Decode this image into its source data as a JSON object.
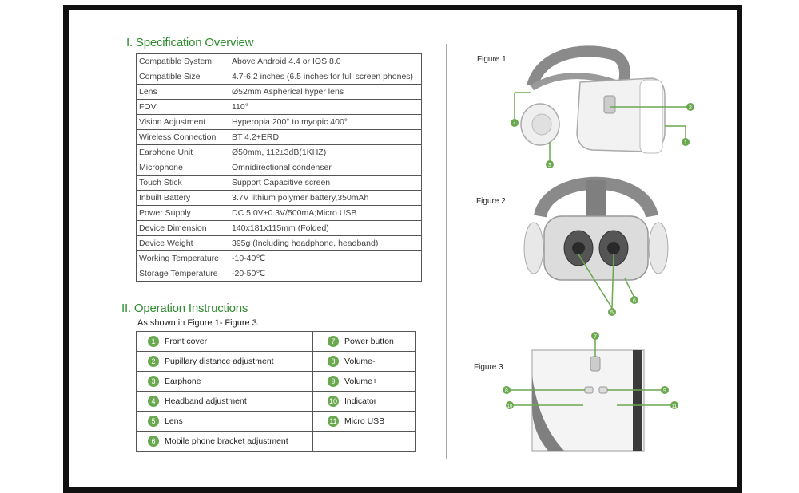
{
  "section1": {
    "title": "I. Specification Overview"
  },
  "specs": [
    {
      "key": "Compatible System",
      "value": "Above Android 4.4 or IOS 8.0"
    },
    {
      "key": "Compatible Size",
      "value": "4.7-6.2 inches (6.5 inches for full screen phones)"
    },
    {
      "key": "Lens",
      "value": "Ø52mm Aspherical hyper lens"
    },
    {
      "key": "FOV",
      "value": "110°"
    },
    {
      "key": "Vision Adjustment",
      "value": "Hyperopia 200° to myopic 400°"
    },
    {
      "key": "Wireless Connection",
      "value": "BT 4.2+ERD"
    },
    {
      "key": "Earphone Unit",
      "value": "Ø50mm, 112±3dB(1KHZ)"
    },
    {
      "key": "Microphone",
      "value": "Omnidirectional condenser"
    },
    {
      "key": "Touch Stick",
      "value": "Support Capacitive screen"
    },
    {
      "key": "Inbuilt Battery",
      "value": "3.7V lithium polymer battery,350mAh"
    },
    {
      "key": "Power Supply",
      "value": "DC 5.0V±0.3V/500mA;Micro USB"
    },
    {
      "key": "Device Dimension",
      "value": "140x181x115mm (Folded)"
    },
    {
      "key": "Device Weight",
      "value": "395g (Including headphone, headband)"
    },
    {
      "key": "Working Temperature",
      "value": "-10-40℃"
    },
    {
      "key": "Storage Temperature",
      "value": "-20-50℃"
    }
  ],
  "section2": {
    "title": "II. Operation Instructions",
    "subtitle": "As shown in Figure 1- Figure 3."
  },
  "operations": [
    {
      "ln": "1",
      "left": "Front cover",
      "rn": "7",
      "right": "Power button"
    },
    {
      "ln": "2",
      "left": "Pupillary distance adjustment",
      "rn": "8",
      "right": "Volume-"
    },
    {
      "ln": "3",
      "left": "Earphone",
      "rn": "9",
      "right": "Volume+"
    },
    {
      "ln": "4",
      "left": "Headband adjustment",
      "rn": "10",
      "right": "Indicator"
    },
    {
      "ln": "5",
      "left": "Lens",
      "rn": "11",
      "right": "Micro USB"
    },
    {
      "ln": "6",
      "left": "Mobile phone bracket adjustment",
      "rn": "",
      "right": ""
    }
  ],
  "figures": {
    "fig1": {
      "label": "Figure 1",
      "markers": [
        "4",
        "2",
        "1",
        "3"
      ]
    },
    "fig2": {
      "label": "Figure 2",
      "markers": [
        "5",
        "6"
      ]
    },
    "fig3": {
      "label": "Figure 3",
      "markers": [
        "7",
        "8",
        "9",
        "10",
        "11"
      ]
    }
  },
  "colors": {
    "accent_green": "#6aa84f",
    "title_green": "#2e8b2e",
    "border": "#111111"
  }
}
